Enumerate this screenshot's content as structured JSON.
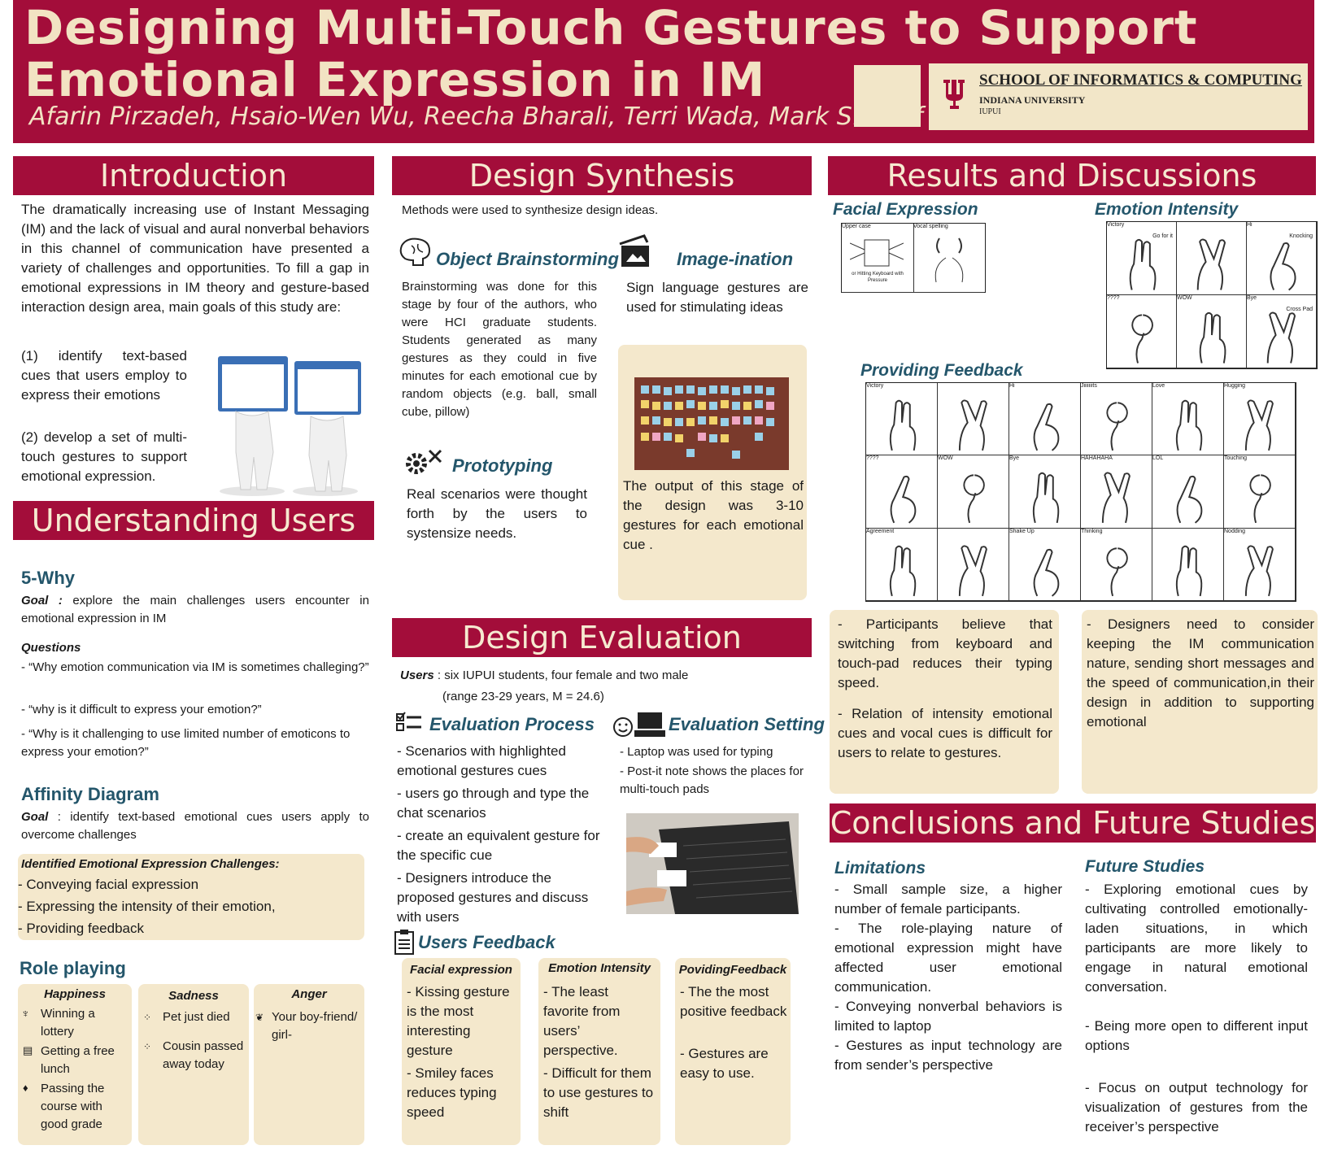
{
  "header": {
    "title_line1": "Designing Multi-Touch Gestures to Support",
    "title_line2": "Emotional Expression in IM",
    "authors": "Afarin Pirzadeh, Hsaio-Wen Wu, Reecha Bharali, Terri Wada, Mark S. Pfaff",
    "logo": {
      "school": "SCHOOL OF INFORMATICS & COMPUTING",
      "university": "INDIANA UNIVERSITY",
      "campus": "IUPUI"
    }
  },
  "colors": {
    "maroon": "#a30d3a",
    "cream": "#f2e6c8",
    "teal": "#24566b"
  },
  "introduction": {
    "heading": "Introduction",
    "body": "The dramatically increasing use of Instant Messaging (IM) and the lack of visual and aural nonverbal behaviors in this channel of communication have presented a variety of challenges and opportunities. To fill a gap in emotional expressions in IM theory and gesture-based interaction design area, main goals of this study are:",
    "goal1": "(1) identify text-based cues that users employ to express their emotions",
    "goal2": "(2) develop a set of multi-touch gestures to support emotional expression."
  },
  "understanding": {
    "heading": "Understanding Users",
    "five_why": {
      "title": "5-Why",
      "goal_label": "Goal :",
      "goal": " explore the main challenges users encounter in emotional expression in IM",
      "questions_label": "Questions",
      "q1": "- “Why emotion communication via IM is sometimes challeging?”",
      "q2": "-  “why is it difficult to express your emotion?”",
      "q3": "- “Why is it challenging to use limited number of emoticons to express your emotion?”"
    },
    "affinity": {
      "title": "Affinity Diagram",
      "goal_label": "Goal",
      "goal": " : identify text-based emotional cues users apply to overcome challenges",
      "challenges_label": "Identified Emotional Expression Challenges:",
      "c1": "- Conveying facial expression",
      "c2": "- Expressing the intensity of their emotion,",
      "c3": "- Providing feedback"
    },
    "role_playing": {
      "title": "Role playing",
      "happiness": "Happiness",
      "h1": "Winning a lottery",
      "h2": "Getting a free lunch",
      "h3": "Passing the course with good grade",
      "sadness": "Sadness",
      "s1": "Pet just died",
      "s2": "Cousin passed away today",
      "anger": "Anger",
      "a1": "Your boy-friend/ girl-"
    }
  },
  "design_synthesis": {
    "heading": "Design Synthesis",
    "intro": "Methods were used to synthesize design ideas.",
    "object_title": "Object Brainstorming",
    "object_body": "Brainstorming was done for this stage by four of the authors, who were HCI graduate students. Students generated as many gestures as they could in five minutes for each emotional cue by random objects (e.g. ball, small cube, pillow)",
    "image_title": "Image-ination",
    "image_body": "Sign language gestures are used for stimulating ideas",
    "proto_title": "Prototyping",
    "proto_body": "Real scenarios were thought forth by the users to systensize needs.",
    "output": "The output of this stage of the design was 3-10 gestures for each emotional cue ."
  },
  "design_evaluation": {
    "heading": "Design Evaluation",
    "users_label": "Users",
    "users": " : six IUPUI students, four female and two male",
    "users_range": "(range 23-29 years, M = 24.6)",
    "process_title": "Evaluation Process",
    "p1": "- Scenarios with highlighted emotional gestures cues",
    "p2": "- users go through and type the chat scenarios",
    "p3": "- create an equivalent gesture for the specific cue",
    "p4": "- Designers introduce the proposed gestures and discuss with users",
    "setting_title": "Evaluation Setting",
    "s1": "- Laptop was used for typing",
    "s2": "- Post-it note shows the places for multi-touch pads",
    "feedback_title": "Users Feedback",
    "fb_facial_title": "Facial expression",
    "fb_facial_1": "- Kissing gesture is the most interesting gesture",
    "fb_facial_2": "- Smiley faces reduces typing speed",
    "fb_intensity_title": "Emotion Intensity",
    "fb_intensity_1": "- The least favorite from users’ perspective.",
    "fb_intensity_2": "- Difficult for them to use gestures to shift",
    "fb_providing_title": "PovidingFeedback",
    "fb_providing_1": "- The the most positive feedback",
    "fb_providing_2": "- Gestures are easy to use."
  },
  "results": {
    "heading": "Results and Discussions",
    "facial_title": "Facial Expression",
    "facial_cells": [
      "Upper case",
      "Vocal spelling"
    ],
    "facial_note": "or Hitting Keyboard with Pressure",
    "intensity_title": "Emotion Intensity",
    "intensity_cells": [
      "Victory",
      "",
      "Hi",
      "????",
      "WOW",
      "Bye"
    ],
    "intensity_notes": [
      "Go for it",
      "Knocking",
      "Cross Pad"
    ],
    "feedback_title": "Providing Feedback",
    "feedback_cells": [
      "Victory",
      "",
      "Hi",
      "Jiiiiiiits",
      "Love",
      "Hugging",
      "????",
      "WOW",
      "Bye",
      "HAHAHAHA",
      "LOL",
      "Touching",
      "Agreement",
      "",
      "Shake Up",
      "Thinking",
      "",
      "Nodding"
    ],
    "disc1a": "- Participants believe that switching from keyboard and touch-pad reduces their typing speed.",
    "disc1b": "- Relation of intensity emotional cues and  vocal cues is difficult for users to relate to gestures.",
    "disc2": "- Designers need to consider keeping the IM communication nature, sending short messages and the speed of communication,in their design in addition to supporting emotional"
  },
  "conclusions": {
    "heading": "Conclusions and Future Studies",
    "limitations_title": "Limitations",
    "l1": "- Small sample size, a higher number of female participants.",
    "l2": "- The role-playing nature of emotional expression might have affected user emotional communication.",
    "l3": "- Conveying nonverbal behaviors is limited to laptop",
    "l4": "- Gestures as input technology are from sender’s perspective",
    "future_title": "Future Studies",
    "f1": "- Exploring emotional cues by cultivating controlled emotionally-laden situations, in which participants are more likely to engage in natural emotional conversation.",
    "f2": "- Being more open to different input options",
    "f3": "- Focus on output technology for visualization of gestures from the receiver’s perspective"
  }
}
